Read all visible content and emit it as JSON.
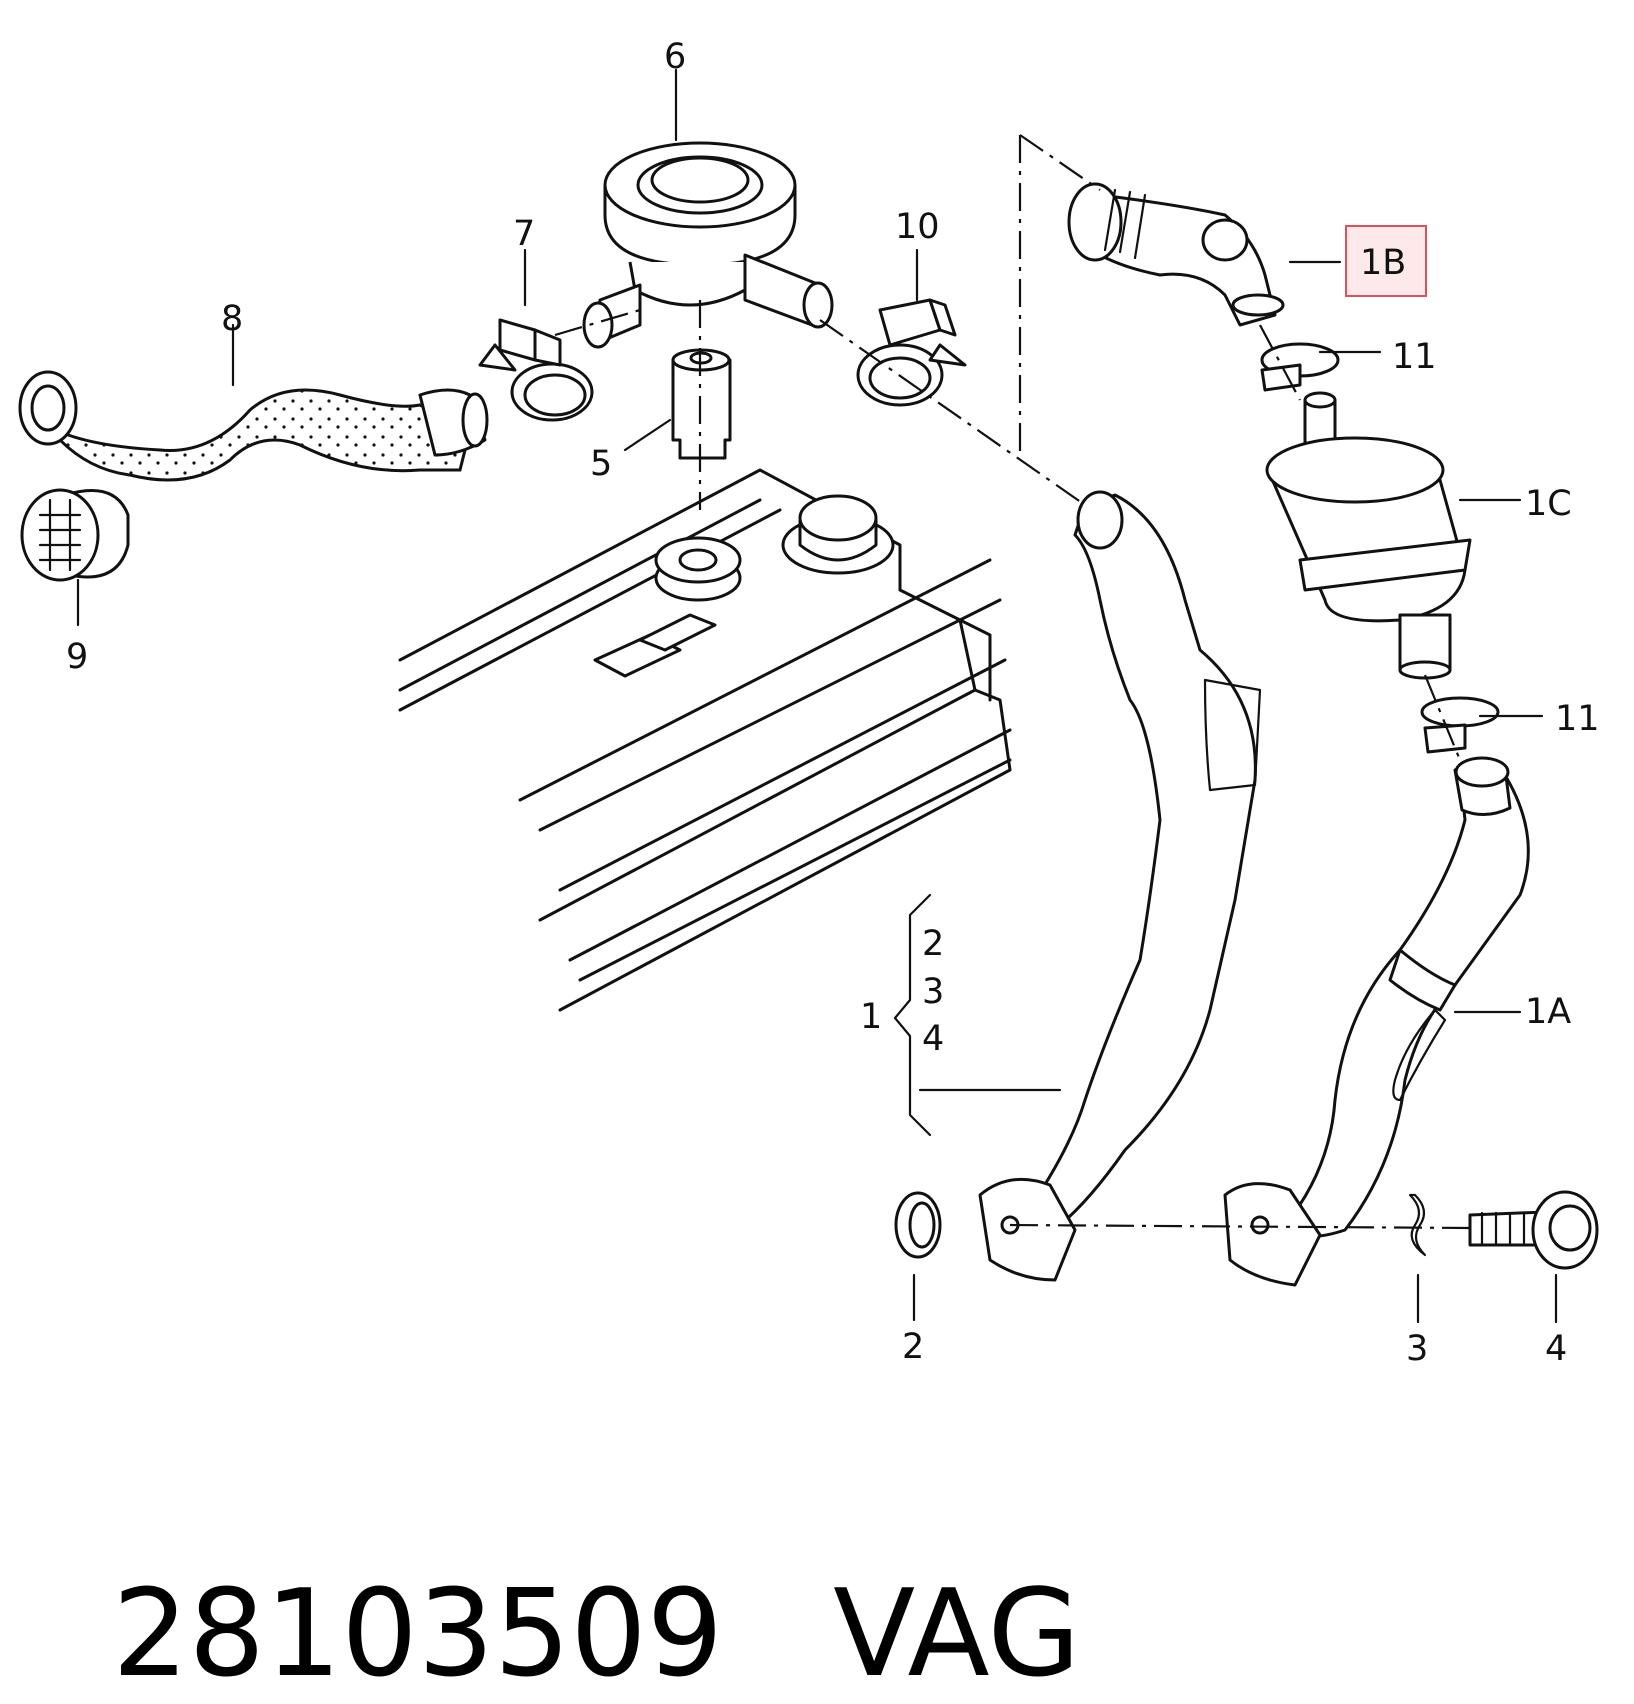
{
  "labels": {
    "l6": "6",
    "l7": "7",
    "l8": "8",
    "l10": "10",
    "l1B": "1B",
    "l11a": "11",
    "l1C": "1C",
    "l5": "5",
    "l9": "9",
    "l11b": "11",
    "l2g": "2",
    "l3g": "3",
    "l4g": "4",
    "l1": "1",
    "l1A": "1A",
    "l2": "2",
    "l3": "3",
    "l4": "4"
  },
  "footer": {
    "part_number": "28103509",
    "brand": "VAG"
  },
  "colors": {
    "highlight_border": "#e0505a",
    "highlight_fill": "#fde8ea",
    "ink": "#111111"
  }
}
